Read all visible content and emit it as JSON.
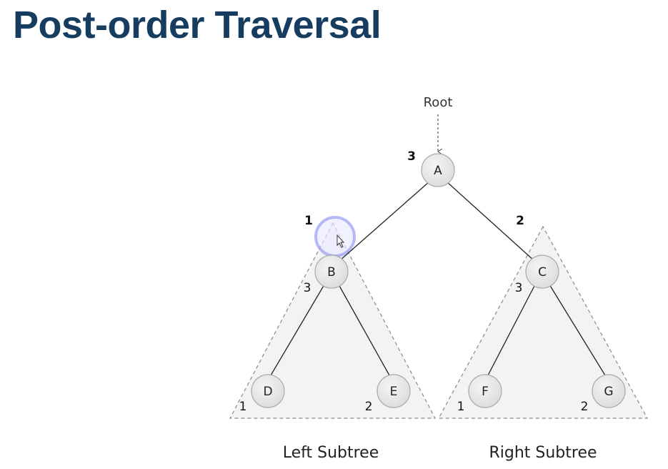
{
  "slide": {
    "title": "Post-order Traversal"
  },
  "diagram": {
    "root_label": "Root",
    "nodes": {
      "A": "A",
      "B": "B",
      "C": "C",
      "D": "D",
      "E": "E",
      "F": "F",
      "G": "G"
    },
    "order_numbers": {
      "A": "3",
      "left_subtree": "1",
      "right_subtree": "2",
      "B": "3",
      "C": "3",
      "D": "1",
      "E": "2",
      "F": "1",
      "G": "2"
    },
    "subtree_labels": {
      "left": "Left Subtree",
      "right": "Right Subtree"
    }
  },
  "colors": {
    "title": "#163c5f",
    "node_fill": "#e6e6e6",
    "node_stroke": "#aaaaaa",
    "edge": "#222222",
    "subtree_outline": "#888888",
    "cursor_highlight": "#7b7fe0"
  }
}
